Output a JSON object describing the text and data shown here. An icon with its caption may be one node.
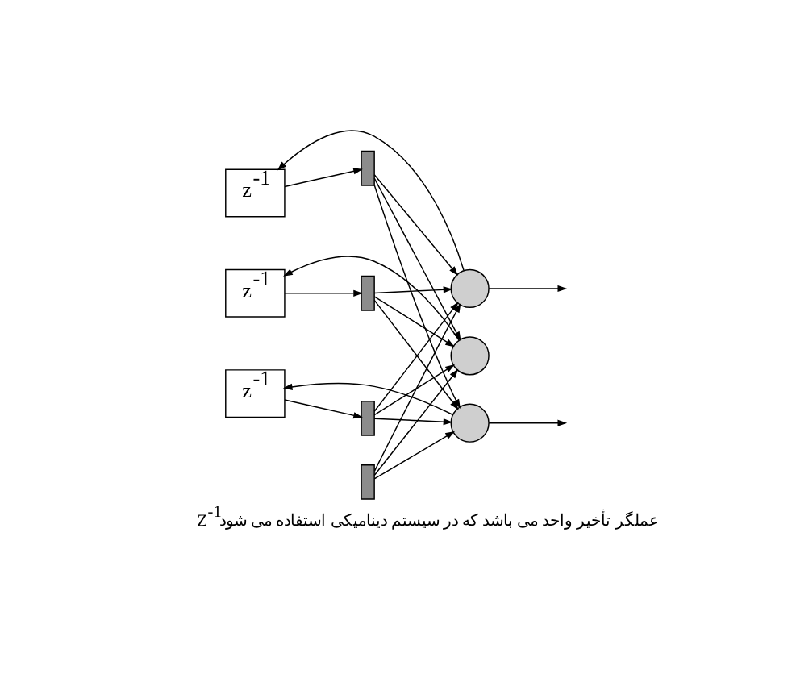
{
  "diagram": {
    "caption": "Z$^{-1}$ عملگر تأخیر واحد می باشد که در سیستم دینامیکی استفاده می شود",
    "nodes": [
      {
        "text": [
          "z$^{-1}$"
        ]
      },
      {
        "text": [
          "z$^{-1}$"
        ]
      },
      {
        "text": [
          "z$^{-1}$"
        ]
      },
      {
        "text": [],
        "shape": "bar"
      },
      {
        "text": [],
        "shape": "bar"
      },
      {
        "text": [],
        "shape": "bar"
      },
      {
        "text": [],
        "shape": "bar"
      },
      {
        "text": [],
        "shape": "circle"
      },
      {
        "text": [],
        "shape": "circle"
      },
      {
        "text": [],
        "shape": "circle"
      }
    ],
    "edges": [
      {
        "from": 7,
        "to": 0,
        "arrow": "to"
      },
      {
        "from": 8,
        "to": 1,
        "arrow": "to"
      },
      {
        "from": 9,
        "to": 2,
        "arrow": "to"
      },
      {
        "from": 0,
        "to": 3,
        "arrow": "to"
      },
      {
        "from": 1,
        "to": 4,
        "arrow": "to"
      },
      {
        "from": 2,
        "to": 5,
        "arrow": "to"
      },
      {
        "from": 3,
        "to": 7,
        "arrow": "to"
      },
      {
        "from": 3,
        "to": 8,
        "arrow": "to"
      },
      {
        "from": 3,
        "to": 9,
        "arrow": "to"
      },
      {
        "from": 4,
        "to": 7,
        "arrow": "to"
      },
      {
        "from": 4,
        "to": 8,
        "arrow": "to"
      },
      {
        "from": 4,
        "to": 9,
        "arrow": "to"
      },
      {
        "from": 5,
        "to": 7,
        "arrow": "to"
      },
      {
        "from": 5,
        "to": 8,
        "arrow": "to"
      },
      {
        "from": 5,
        "to": 9,
        "arrow": "to"
      },
      {
        "from": 6,
        "to": 7,
        "arrow": "to"
      },
      {
        "from": 6,
        "to": 8,
        "arrow": "to"
      },
      {
        "from": 6,
        "to": 9,
        "arrow": "to"
      },
      {
        "from": 7,
        "to": null,
        "arrow": "to"
      },
      {
        "from": 9,
        "to": null,
        "arrow": "to"
      }
    ]
  }
}
